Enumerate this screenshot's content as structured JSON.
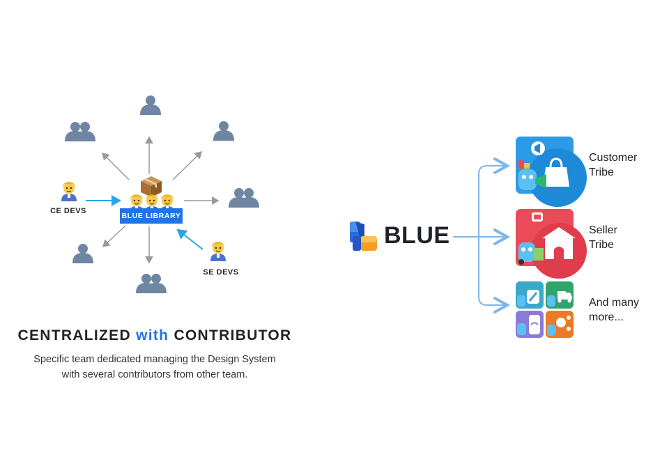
{
  "diagram": {
    "library_label": "BLUE LIBRARY",
    "ce_devs_label": "CE DEVS",
    "se_devs_label": "SE DEVS",
    "heading": {
      "part1": "CENTRALIZED",
      "part2": "with",
      "part3": "CONTRIBUTOR"
    },
    "description": {
      "line1": "Specific team dedicated managing the Design System",
      "line2": "with several contributors from other team."
    }
  },
  "brand": {
    "name": "BLUE",
    "tribes": [
      {
        "line1": "Customer",
        "line2": "Tribe"
      },
      {
        "line1": "Seller",
        "line2": "Tribe"
      },
      {
        "line1": "And many",
        "line2": "more..."
      }
    ]
  },
  "colors": {
    "accent": "#1f74e6",
    "arrow_gray": "#9a9a9a",
    "arrow_light_blue": "#7fb6ea",
    "user_icon": "#6f86a3",
    "customer_tile": "#2b9be6",
    "seller_tile": "#ea4b59",
    "tile_teal": "#3aa8c9",
    "tile_green": "#2fa56b",
    "tile_purple": "#8b7bd8",
    "tile_orange": "#ec7a24"
  }
}
